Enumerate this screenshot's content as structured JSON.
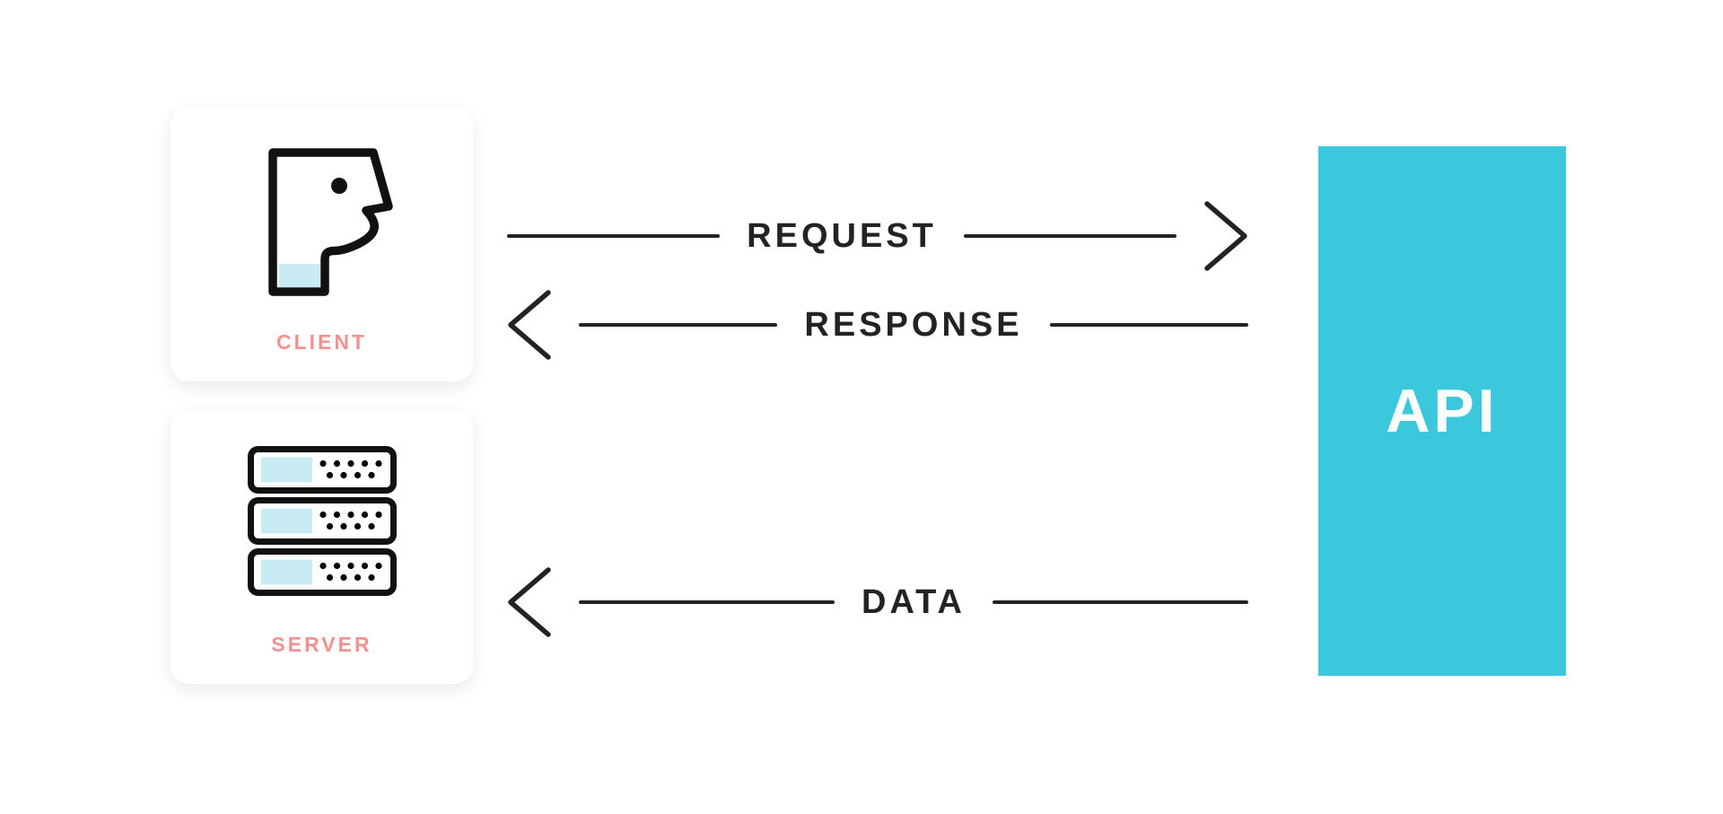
{
  "nodes": {
    "client": {
      "label": "CLIENT",
      "icon": "person-profile-icon"
    },
    "server": {
      "label": "SERVER",
      "icon": "server-stack-icon"
    },
    "api": {
      "label": "API"
    }
  },
  "arrows": [
    {
      "label": "REQUEST",
      "direction": "right",
      "from": "client",
      "to": "api"
    },
    {
      "label": "RESPONSE",
      "direction": "left",
      "from": "api",
      "to": "client"
    },
    {
      "label": "DATA",
      "direction": "left",
      "from": "api",
      "to": "server"
    }
  ],
  "icons": {
    "client": "person-profile-icon",
    "server": "server-stack-icon",
    "request_head": "arrowhead-right-icon",
    "response_head": "arrowhead-left-icon",
    "data_head": "arrowhead-left-icon"
  },
  "colors": {
    "api_teal": "#3BC8DC",
    "node_label_coral": "#F59090",
    "arrow_dark": "#232323",
    "icon_outline": "#111111",
    "icon_pale_blue": "#C9ECF4",
    "background": "#FFFFFF"
  }
}
